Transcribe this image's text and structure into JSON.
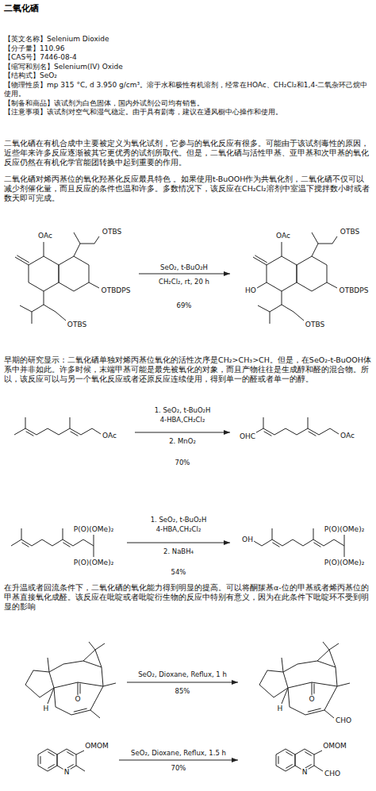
{
  "diagram": {
    "title": "二氧化硒",
    "labels": [
      "【英文名称】Selenium Dioxide",
      "【分子量】110.96",
      "【CAS号】7446-08-4",
      "【缩写和别名】Selenium(IV) Oxide",
      "【结构式】SeO₂",
      "【物理性质】mp 315 °C, d 3.950 g/cm³。溶于水和极性有机溶剂，经常在HOAc、CH₂Cl₂和1,4-二氧杂环己烷中使用。",
      "【制备和商品】该试剂为白色固体，国内外试剂公司均有销售。",
      "【注意事项】该试剂对空气和湿气稳定。由于具有剧毒，建议在通风橱中心操作和使用。",
      "二氧化硒在有机合成中主要被定义为氧化试剂，它参与的氧化反应有很多。可能由于该试剂毒性的原因，近些年来许多反应逐渐被其它更优秀的试剂所取代。但是，二氧化硒与活性甲基、亚甲基和次甲基的氧化反应仍然在有机化学官能团转换中起到重要的作用。",
      "二氧化硒对烯丙基位的氧化羟基化反应最具特色 。如果使用t-BuOOH作为共氧化剂，二氧化硒不仅可以减少剂催化量，而且反应的条件也温和许多。多数情况下，该反应在CH₂Cl₂溶剂中室温下搅拌数小时或者数天即可完成。",
      "OAc",
      "OTBS",
      "OTBDPS",
      "OTBS",
      "SeO₂, t-BuO₂H",
      "CH₂Cl₂, rt, 20 h",
      "69%",
      "HO",
      "OAc",
      "OTBS",
      "OTBDPS",
      "OTBS",
      "早期的研究显示：二氧化硒单独对烯丙基位氧化的活性次序是CH₂>CH₃>CH。但是，在SeO₂-t-BuOOH体系中并非如此。许多时候，末端甲基可能是最先被氧化的对象，而且产物往往是生成醇和醛的混合物。所以，该反应可以与另一个氧化反应或者还原反应连续使用，得到单一的醛或者单一的醇。",
      "OAc",
      "1. SeO₂, t-BuO₂H",
      "4-HBA,CH₂Cl₂",
      "2. MnO₂",
      "70%",
      "OHC",
      "OAc",
      "P(O)(OMe)₂",
      "P(O)(OMe)₂",
      "1. SeO₂, t-BuO₂H",
      "4-HBA,CH₂Cl₂",
      "2. NaBH₄",
      "54%",
      "OH",
      "P(O)(OMe)₂",
      "P(O)(OMe)₂",
      "在升温或者回流条件下，二氧化硒的氧化能力得到明显的提高。可以将酮羰基α-位的甲基或者烯丙基位的甲基直接氧化成醛。该反应在吡啶或者吡啶衍生物的反应中特别有意义，因为在此条件下吡啶环不受到明显的影响",
      "H",
      "O",
      "SeO₂, Dioxane, Reflux, 1 h",
      "85%",
      "O",
      "H",
      "CHO",
      "OMOM",
      "N",
      "SeO₂, Dioxane, Reflux, 1.5 h",
      "70%",
      "OMOM",
      "N",
      "CHO"
    ]
  }
}
